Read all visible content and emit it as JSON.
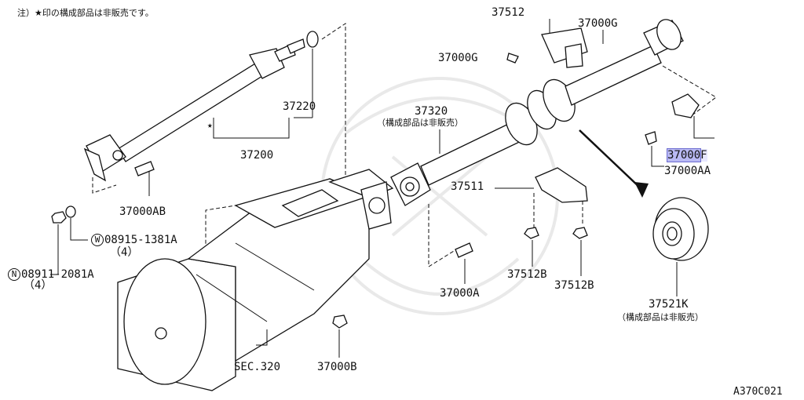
{
  "note": "注）★印の構成部品は非販売です。",
  "figure_code": "A370C021",
  "parts": {
    "p37512_top": "37512",
    "p37000G_right": "37000G",
    "p37000G_left": "37000G",
    "p37220": "37220",
    "p37200": "37200",
    "p37320": "37320",
    "p37320_note": "（構成部品は非販売）",
    "p37000F_hl": "37000",
    "p37000F_rest": "F",
    "p37000AA": "37000AA",
    "p37000AB": "37000AB",
    "p37511": "37511",
    "p08915_prefix": "W",
    "p08915": "08915-1381A",
    "p08915_qty": "（4）",
    "p08911_prefix": "N",
    "p08911": "08911-2081A",
    "p08911_qty": "（4）",
    "p37512B_left": "37512B",
    "p37512B_right": "37512B",
    "p37000A": "37000A",
    "p37521K": "37521K",
    "p37521K_note": "（構成部品は非販売）",
    "sec320": "SEC.320",
    "p37000B": "37000B"
  },
  "star": "★"
}
